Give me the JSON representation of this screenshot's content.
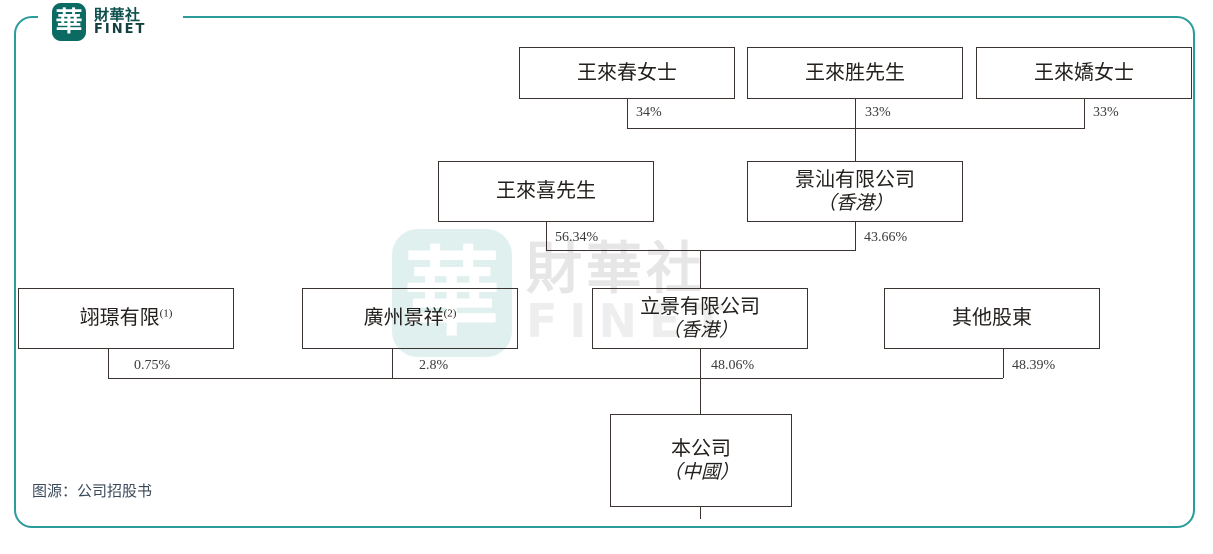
{
  "brand": {
    "mark_glyph": "華",
    "name_cn": "財華社",
    "name_en": "FINET"
  },
  "watermark": {
    "mark_glyph": "華",
    "name_cn": "財華社",
    "name_en": "FINET"
  },
  "caption": "图源：公司招股书",
  "chart_data": {
    "type": "diagram",
    "title": "",
    "nodes": [
      {
        "id": "wang_laichun",
        "label": "王來春女士",
        "sub": "",
        "row": 1
      },
      {
        "id": "wang_laisheng",
        "label": "王來胜先生",
        "sub": "",
        "row": 1
      },
      {
        "id": "wang_laijiao",
        "label": "王來嬌女士",
        "sub": "",
        "row": 1
      },
      {
        "id": "wang_laixi",
        "label": "王來喜先生",
        "sub": "",
        "row": 2
      },
      {
        "id": "jingshan",
        "label": "景汕有限公司",
        "sub": "（香港）",
        "row": 2
      },
      {
        "id": "yijing",
        "label": "翊璟有限",
        "note": "(1)",
        "sub": "",
        "row": 3
      },
      {
        "id": "guangzhou_jingxiang",
        "label": "廣州景祥",
        "note": "(2)",
        "sub": "",
        "row": 3
      },
      {
        "id": "lijing",
        "label": "立景有限公司",
        "sub": "（香港）",
        "row": 3
      },
      {
        "id": "other_shareholders",
        "label": "其他股東",
        "sub": "",
        "row": 3
      },
      {
        "id": "company",
        "label": "本公司",
        "sub": "（中國）",
        "row": 4
      }
    ],
    "edges": [
      {
        "from": "wang_laichun",
        "to": "jingshan",
        "label": "34%"
      },
      {
        "from": "wang_laisheng",
        "to": "jingshan",
        "label": "33%"
      },
      {
        "from": "wang_laijiao",
        "to": "jingshan",
        "label": "33%"
      },
      {
        "from": "wang_laixi",
        "to": "lijing",
        "label": "56.34%"
      },
      {
        "from": "jingshan",
        "to": "lijing",
        "label": "43.66%"
      },
      {
        "from": "yijing",
        "to": "company",
        "label": "0.75%"
      },
      {
        "from": "guangzhou_jingxiang",
        "to": "company",
        "label": "2.8%"
      },
      {
        "from": "lijing",
        "to": "company",
        "label": "48.06%"
      },
      {
        "from": "other_shareholders",
        "to": "company",
        "label": "48.39%"
      }
    ]
  },
  "colors": {
    "frame": "#2a9d9b",
    "logo": "#0b6b62",
    "box_border": "#3a3330",
    "caption": "#3b4a5a"
  }
}
